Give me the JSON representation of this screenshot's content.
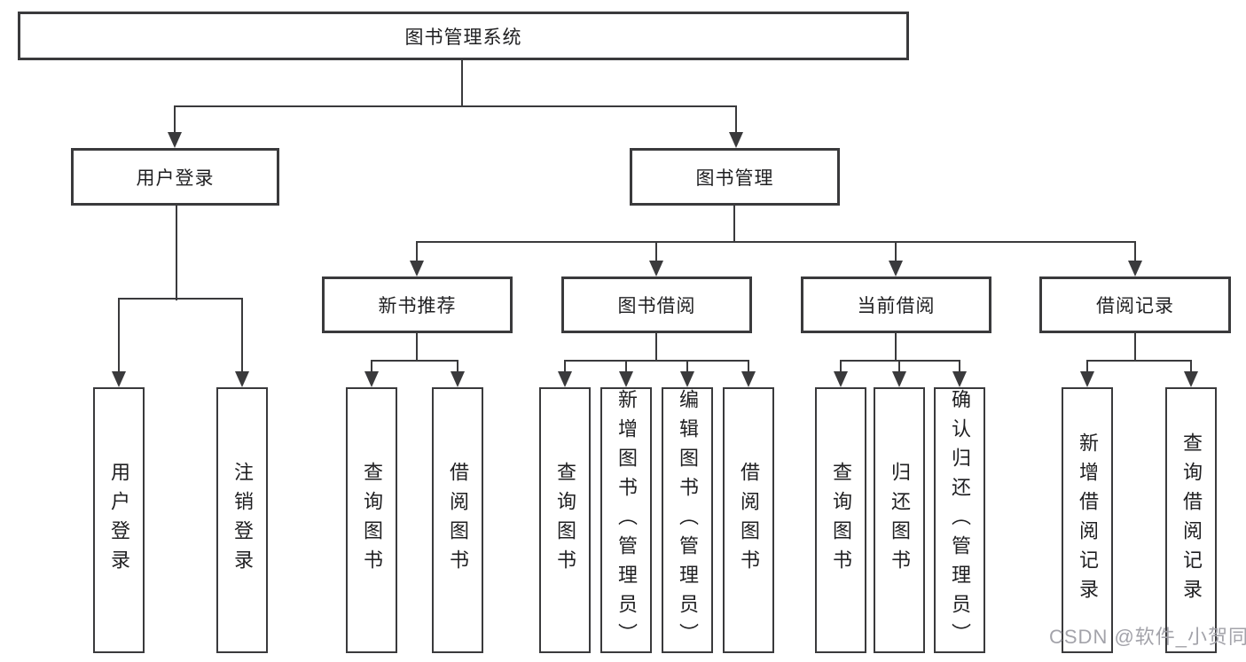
{
  "diagram": {
    "root": {
      "label": "图书管理系统"
    },
    "user_login": {
      "label": "用户登录",
      "children": {
        "login": "用户登录",
        "logout": "注销登录"
      }
    },
    "book_mgmt": {
      "label": "图书管理",
      "sections": {
        "new_books": {
          "label": "新书推荐",
          "children": {
            "query": "查询图书",
            "borrow": "借阅图书"
          }
        },
        "borrowing": {
          "label": "图书借阅",
          "children": {
            "query": "查询图书",
            "add": "新增图书（管理员）",
            "edit": "编辑图书（管理员）",
            "borrow": "借阅图书"
          }
        },
        "current": {
          "label": "当前借阅",
          "children": {
            "query": "查询图书",
            "return": "归还图书",
            "confirm": "确认归还（管理员）"
          }
        },
        "records": {
          "label": "借阅记录",
          "children": {
            "add": "新增借阅记录",
            "query": "查询借阅记录"
          }
        }
      }
    },
    "watermark": "CSDN @软件_小贺同学"
  }
}
